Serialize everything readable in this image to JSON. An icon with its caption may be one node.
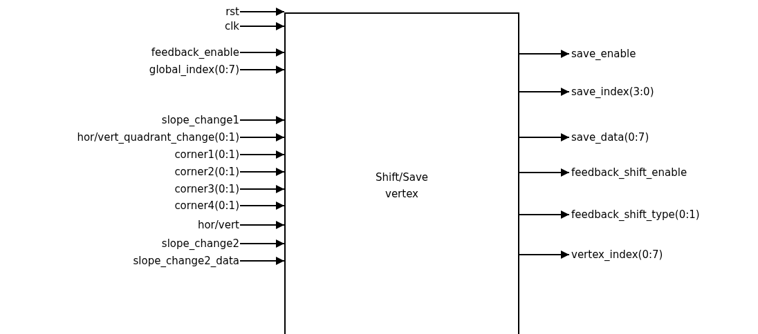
{
  "diagram": {
    "nodes": [
      {
        "text": [
          "rst"
        ]
      },
      {
        "text": [
          "clk"
        ]
      },
      {
        "text": [
          "feedback_enable"
        ]
      },
      {
        "text": [
          "global_index(0:7)"
        ]
      },
      {
        "text": [
          "slope_change1"
        ]
      },
      {
        "text": [
          "hor/vert_quadrant_change(0:1)"
        ]
      },
      {
        "text": [
          "corner1(0:1)"
        ]
      },
      {
        "text": [
          "corner2(0:1)"
        ]
      },
      {
        "text": [
          "corner3(0:1)"
        ]
      },
      {
        "text": [
          "corner4(0:1)"
        ]
      },
      {
        "text": [
          "hor/vert"
        ]
      },
      {
        "text": [
          "slope_change2"
        ]
      },
      {
        "text": [
          "slope_change2_data"
        ]
      },
      {
        "text": [
          "Shift/Save vertex"
        ]
      },
      {
        "text": [
          "save_enable"
        ]
      },
      {
        "text": [
          "save_index(3:0)"
        ]
      },
      {
        "text": [
          "save_data(0:7)"
        ]
      },
      {
        "text": [
          "feedback_shift_enable"
        ]
      },
      {
        "text": [
          "feedback_shift_type(0:1)"
        ]
      },
      {
        "text": [
          "vertex_index(0:7)"
        ]
      }
    ],
    "edges": [
      {
        "from": 0,
        "to": 13,
        "arrow": "to"
      },
      {
        "from": 1,
        "to": 13,
        "arrow": "to"
      },
      {
        "from": 2,
        "to": 13,
        "arrow": "to"
      },
      {
        "from": 3,
        "to": 13,
        "arrow": "to"
      },
      {
        "from": 4,
        "to": 13,
        "arrow": "to"
      },
      {
        "from": 5,
        "to": 13,
        "arrow": "to"
      },
      {
        "from": 6,
        "to": 13,
        "arrow": "to"
      },
      {
        "from": 7,
        "to": 13,
        "arrow": "to"
      },
      {
        "from": 8,
        "to": 13,
        "arrow": "to"
      },
      {
        "from": 9,
        "to": 13,
        "arrow": "to"
      },
      {
        "from": 10,
        "to": 13,
        "arrow": "to"
      },
      {
        "from": 11,
        "to": 13,
        "arrow": "to"
      },
      {
        "from": 12,
        "to": 13,
        "arrow": "to"
      },
      {
        "from": 13,
        "to": 14,
        "arrow": "to"
      },
      {
        "from": 13,
        "to": 15,
        "arrow": "to"
      },
      {
        "from": 13,
        "to": 16,
        "arrow": "to"
      },
      {
        "from": 13,
        "to": 17,
        "arrow": "to"
      },
      {
        "from": 13,
        "to": 18,
        "arrow": "to"
      },
      {
        "from": 13,
        "to": 19,
        "arrow": "to"
      }
    ]
  }
}
